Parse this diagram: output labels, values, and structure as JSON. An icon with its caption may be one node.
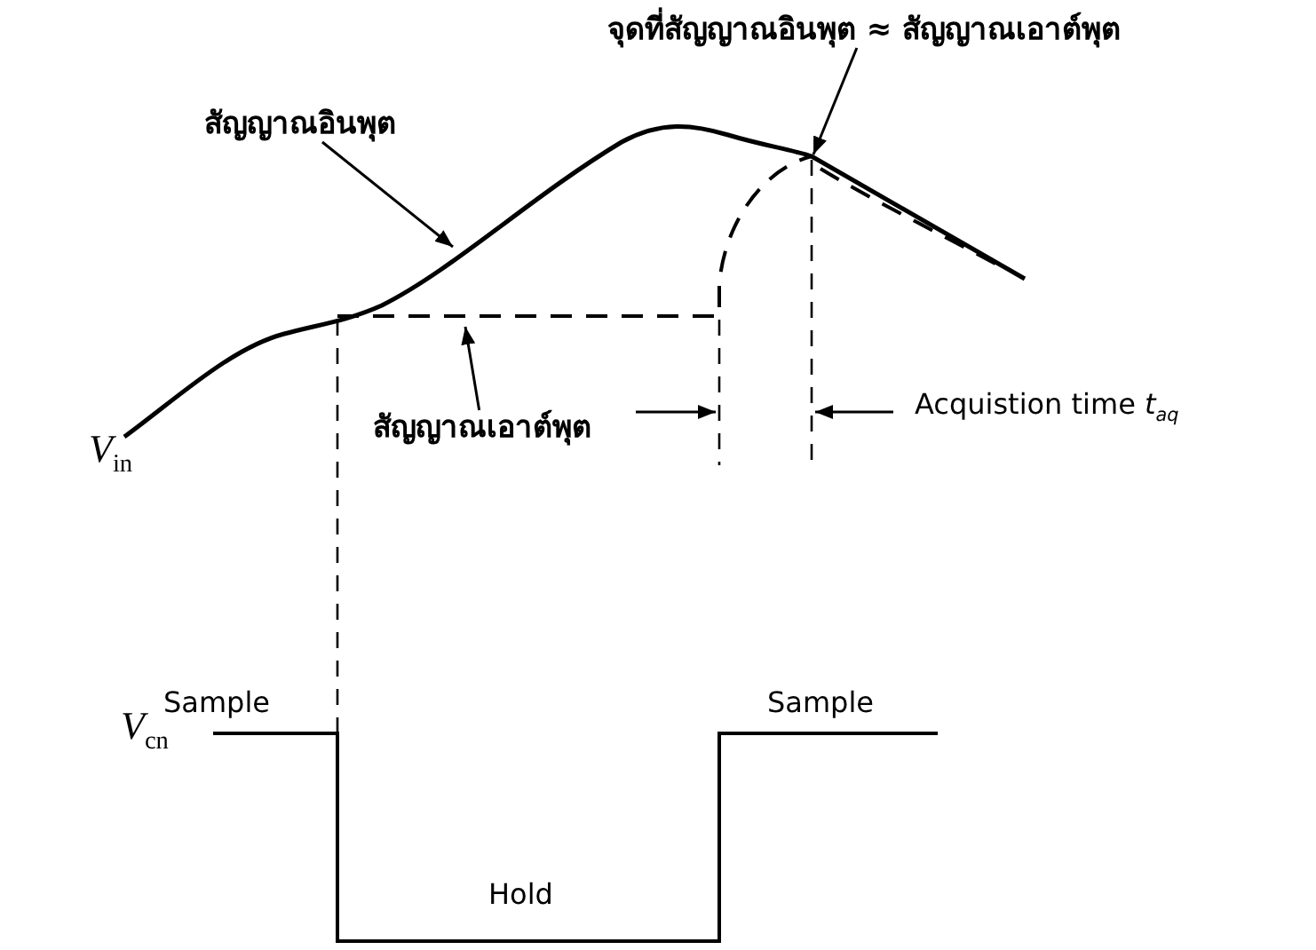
{
  "diagram": {
    "nodes": [
      {
        "text": [
          "สัญญาณอินพุต"
        ]
      },
      {
        "text": [
          "สัญญาณเอาต์พุต"
        ]
      },
      {
        "text": [
          "จุดที่สัญญาณอินพุต ≈ สัญญาณเอาต์พุต"
        ]
      }
    ],
    "edges": [
      {
        "from": 0,
        "to": null,
        "arrow": "to"
      },
      {
        "from": 1,
        "to": null,
        "arrow": "to"
      },
      {
        "from": 2,
        "to": null,
        "arrow": "to"
      }
    ],
    "labels": [
      "*V*$_{in}$",
      "Acquistion time *t*$_{aq}$",
      "*V*$_{cn}$",
      "Sample",
      "Sample",
      "Hold"
    ]
  }
}
